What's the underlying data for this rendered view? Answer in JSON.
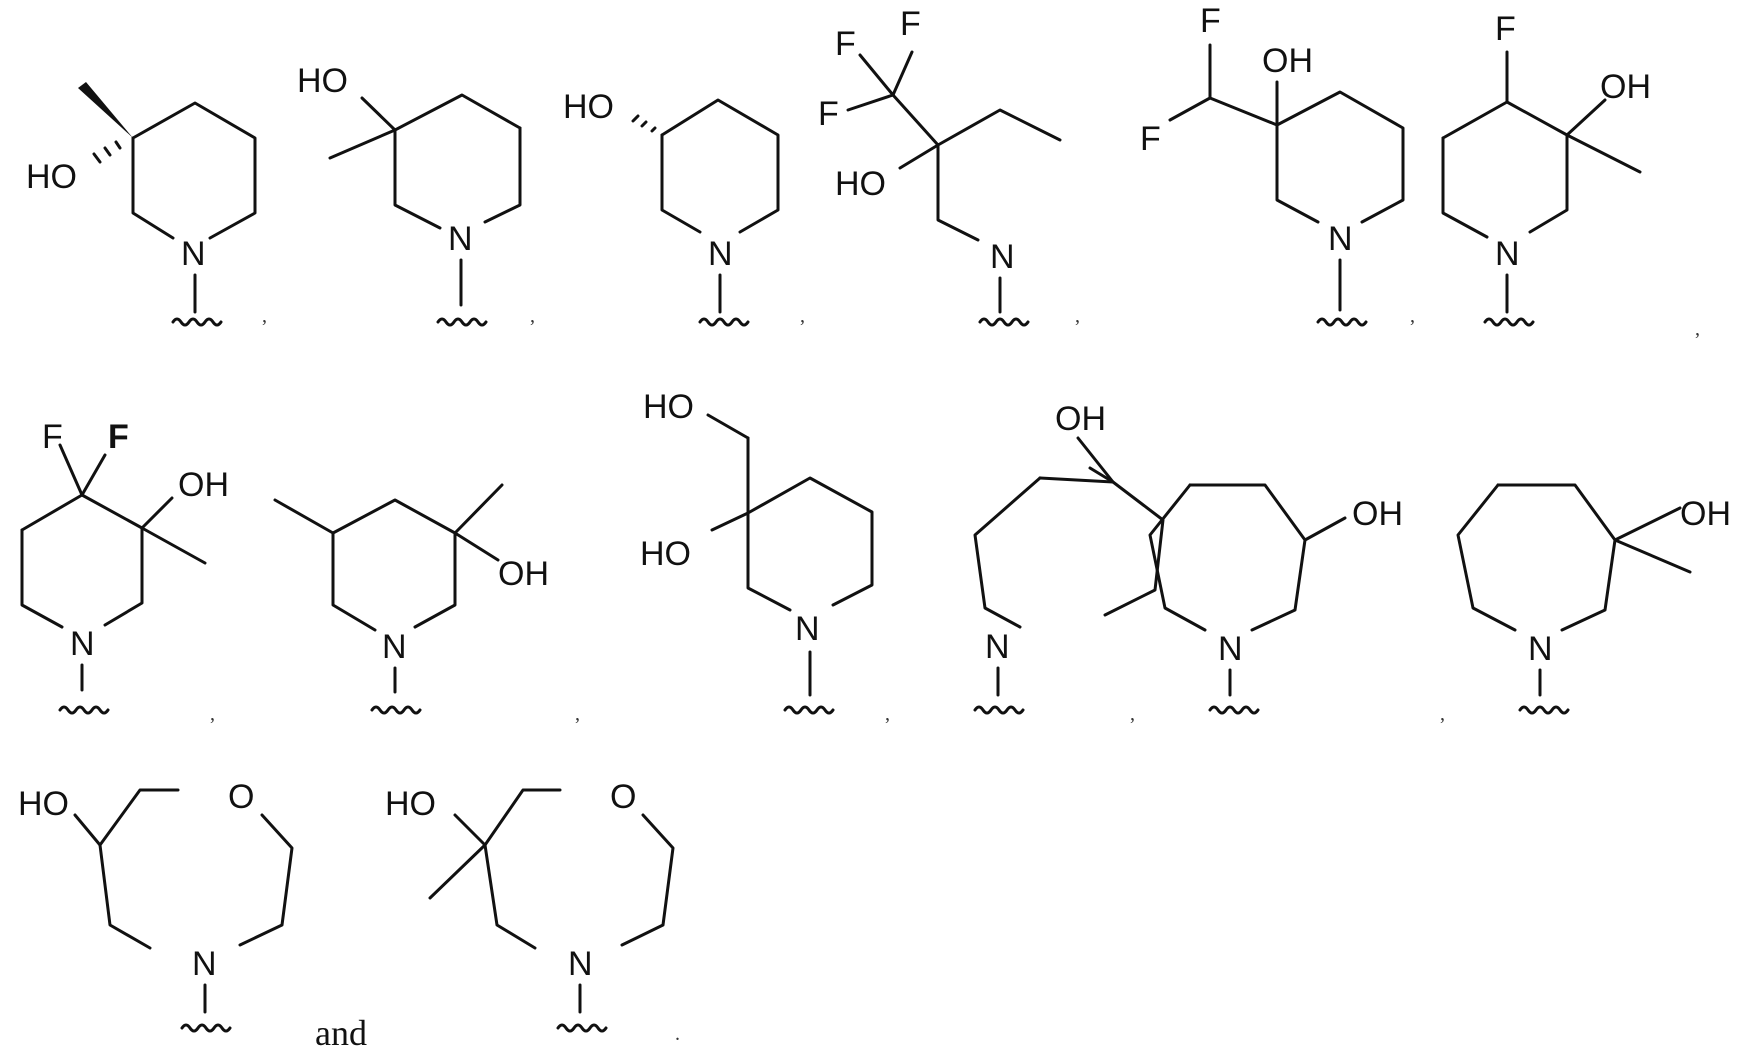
{
  "figure": {
    "description": "Set of cyclic amine substituent structures (attachment via ring N, wavy bond)",
    "separator": ",",
    "conjunction": "and",
    "terminal": ".",
    "structures": [
      {
        "id": 1,
        "ring": "piperidine",
        "substituents": [
          "HO (hashed wedge)",
          "CH3 (bold wedge)"
        ],
        "labels": [
          "HO"
        ]
      },
      {
        "id": 2,
        "ring": "piperidine",
        "substituents": [
          "HO",
          "CH3"
        ],
        "labels": [
          "HO"
        ]
      },
      {
        "id": 3,
        "ring": "piperidine",
        "substituents": [
          "HO (hashed wedge)"
        ],
        "labels": [
          "HO"
        ]
      },
      {
        "id": 4,
        "ring": "piperidine",
        "substituents": [
          "HO",
          "CF3"
        ],
        "labels": [
          "F",
          "F",
          "F",
          "HO"
        ]
      },
      {
        "id": 5,
        "ring": "piperidine",
        "substituents": [
          "OH",
          "CHF2"
        ],
        "labels": [
          "F",
          "F",
          "OH"
        ]
      },
      {
        "id": 6,
        "ring": "piperidine",
        "substituents": [
          "F",
          "OH",
          "CH3"
        ],
        "labels": [
          "F",
          "OH"
        ]
      },
      {
        "id": 7,
        "ring": "piperidine",
        "substituents": [
          "F",
          "F",
          "OH",
          "CH3"
        ],
        "labels": [
          "F",
          "F",
          "OH"
        ]
      },
      {
        "id": 8,
        "ring": "piperidine",
        "substituents": [
          "CH3",
          "OH",
          "CH3"
        ],
        "labels": [
          "OH"
        ]
      },
      {
        "id": 9,
        "ring": "piperidine",
        "substituents": [
          "HO",
          "CH2OH"
        ],
        "labels": [
          "HO",
          "HO"
        ]
      },
      {
        "id": 10,
        "ring": "azepane",
        "substituents": [
          "OH (4-position)"
        ],
        "labels": [
          "OH"
        ]
      },
      {
        "id": 11,
        "ring": "azepane",
        "substituents": [
          "OH (3-position)"
        ],
        "labels": [
          "OH"
        ]
      },
      {
        "id": 12,
        "ring": "azepane",
        "substituents": [
          "OH",
          "CH3"
        ],
        "labels": [
          "OH"
        ]
      },
      {
        "id": 13,
        "ring": "1,4-oxazepane",
        "substituents": [
          "HO"
        ],
        "labels": [
          "HO",
          "O"
        ]
      },
      {
        "id": 14,
        "ring": "1,4-oxazepane",
        "substituents": [
          "HO",
          "CH3"
        ],
        "labels": [
          "HO",
          "O"
        ]
      }
    ],
    "atom_N": "N"
  }
}
